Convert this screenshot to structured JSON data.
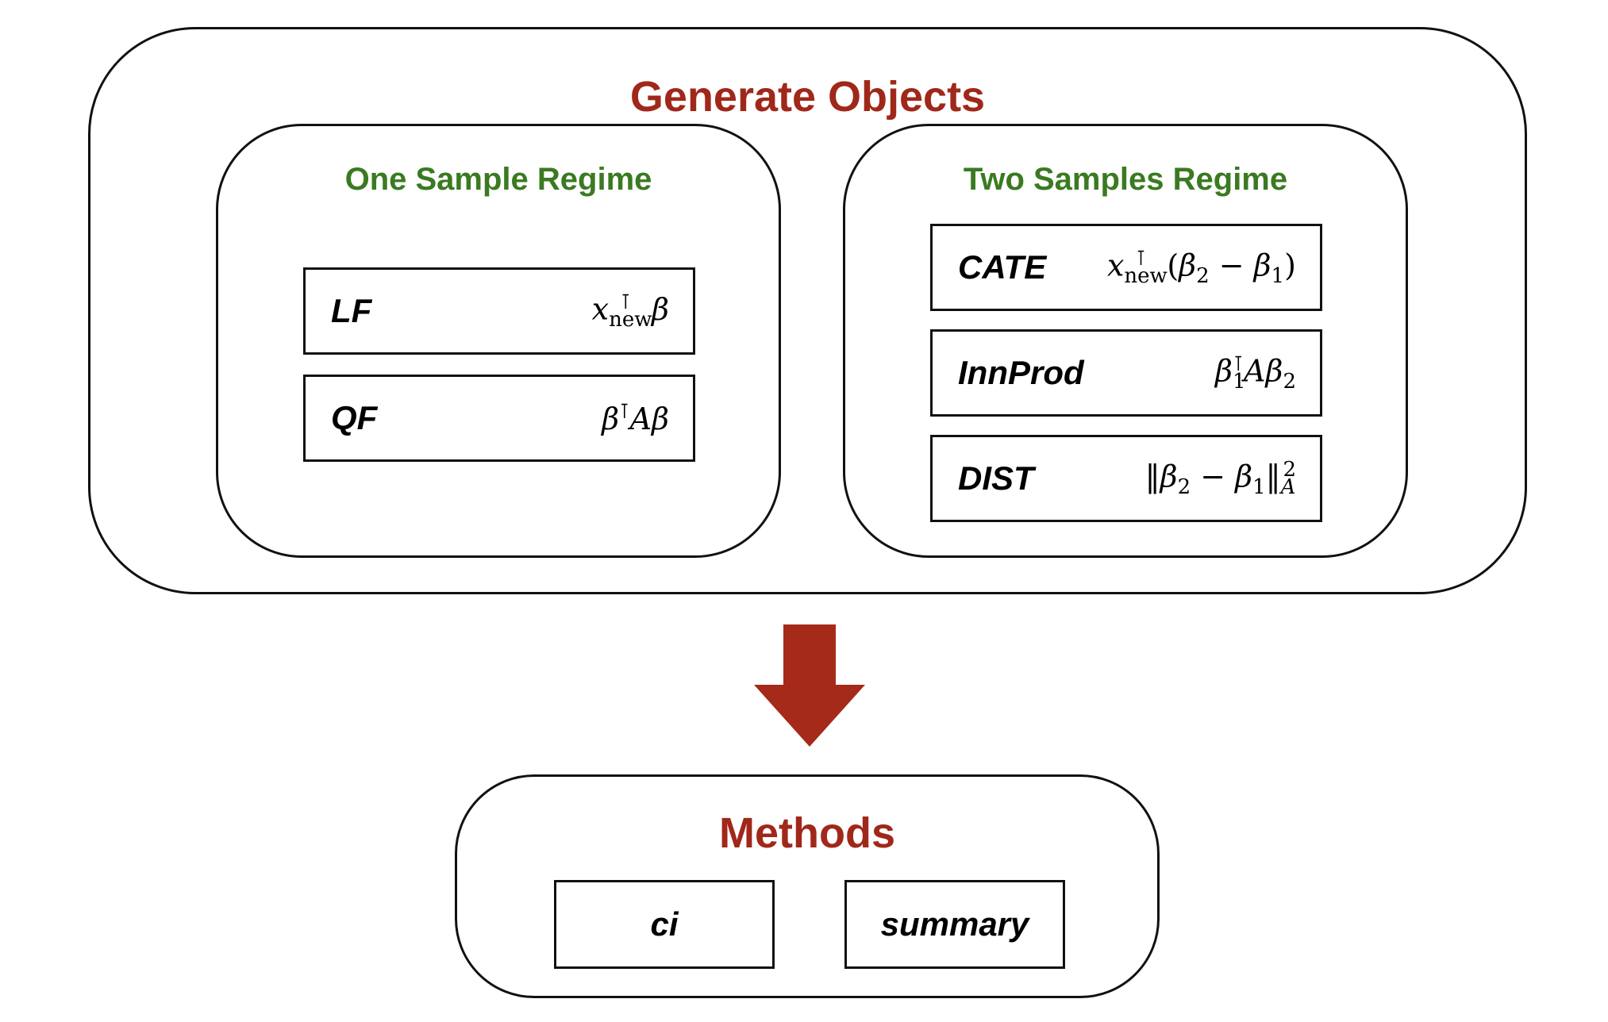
{
  "generate_objects": {
    "title": "Generate Objects"
  },
  "one_sample": {
    "title": "One Sample Regime",
    "objects": [
      {
        "name": "LF",
        "formula": "x_new^⊺ β"
      },
      {
        "name": "QF",
        "formula": "β^⊺ A β"
      }
    ]
  },
  "two_samples": {
    "title": "Two Samples Regime",
    "objects": [
      {
        "name": "CATE",
        "formula": "x_new^⊺ (β_2 − β_1)"
      },
      {
        "name": "InnProd",
        "formula": "β_1^⊺ A β_2"
      },
      {
        "name": "DIST",
        "formula": "‖β_2 − β_1‖_A^2"
      }
    ]
  },
  "methods": {
    "title": "Methods",
    "items": [
      "ci",
      "summary"
    ]
  },
  "colors": {
    "title_red": "#a0281a",
    "subtitle_green": "#3a7a21",
    "arrow_red": "#a52a19"
  }
}
